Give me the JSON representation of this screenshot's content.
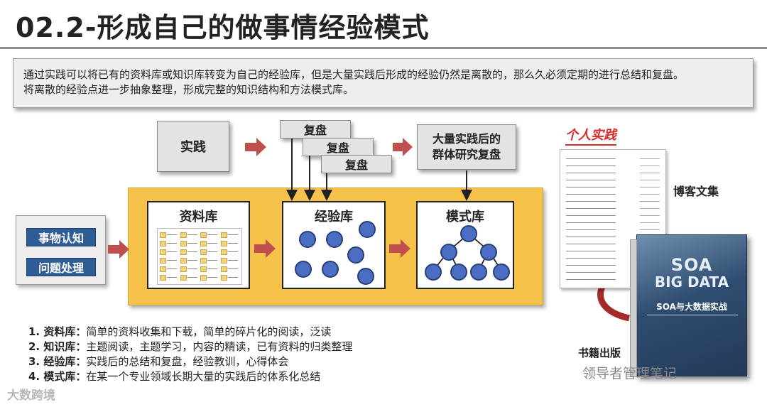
{
  "title": "02.2-形成自己的做事情经验模式",
  "intro": {
    "line1": "通过实践可以将已有的资料库或知识库转变为自己的经验库，但是大量实践后形成的经验仍然是离散的，那么久必须定期的进行总结和复盘。",
    "line2": "将离散的经验点进一步抽象整理，形成完整的知识结构和方法模式库。"
  },
  "diagram": {
    "practice": "实践",
    "reviews": [
      "复盘",
      "复盘",
      "复盘"
    ],
    "mass_review_line1": "大量实践后的",
    "mass_review_line2": "群体研究复盘",
    "library": "资料库",
    "experience": "经验库",
    "pattern": "模式库",
    "inputs": [
      "事物认知",
      "问题处理"
    ]
  },
  "personal": {
    "heading": "个人实践",
    "blog_label": "博客文集",
    "book_label": "书籍出版",
    "book": {
      "title_en_1": "SOA",
      "title_en_2": "BIG DATA",
      "title_cn": "SOA与大数据实战"
    }
  },
  "list": [
    {
      "term": "1. 资料库：",
      "desc": "简单的资料收集和下载，简单的碎片化的阅读，泛读"
    },
    {
      "term": "2. 知识库：",
      "desc": "主题阅读，主题学习，内容的精读，已有资料的归类整理"
    },
    {
      "term": "3. 经验库：",
      "desc": "实践后的总结和复盘，经验教训，心得体会"
    },
    {
      "term": "4. 模式库：",
      "desc": "在某一个专业领域长期大量的实践后的体系化总结"
    }
  ],
  "watermarks": {
    "left": "大数跨境",
    "right": "领导者管理笔记"
  },
  "colors": {
    "panel_yellow": "#f7c24a",
    "arrow_red": "#c0504d",
    "node_blue": "#4a6fc2",
    "button_blue": "#2e5d96",
    "accent_red": "#d72b2b"
  }
}
